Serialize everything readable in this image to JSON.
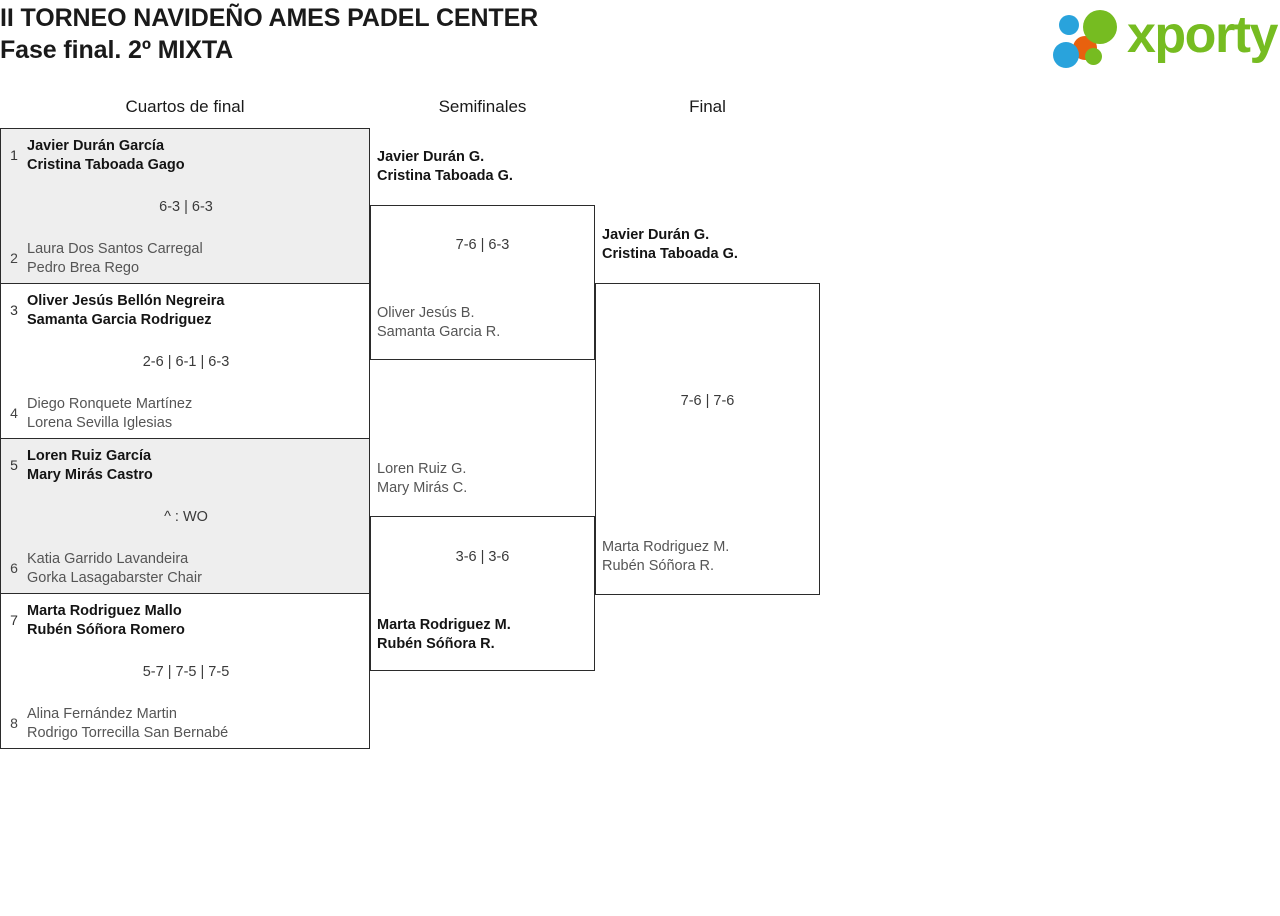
{
  "header": {
    "title_line1": "II TORNEO NAVIDEÑO AMES PADEL CENTER",
    "title_line2": "Fase final. 2º MIXTA",
    "logo_text": "xporty",
    "logo_colors": {
      "green": "#76bc21",
      "blue": "#29a3dc",
      "orange": "#e8610e"
    }
  },
  "rounds": [
    {
      "id": "quarterfinals",
      "label": "Cuartos de final"
    },
    {
      "id": "semifinals",
      "label": "Semifinales"
    },
    {
      "id": "final",
      "label": "Final"
    }
  ],
  "quarterfinals": [
    {
      "score": "6-3 | 6-3",
      "top": {
        "seed": "1",
        "player1": "Javier Durán García",
        "player2": "Cristina Taboada Gago",
        "winner": true
      },
      "bottom": {
        "seed": "2",
        "player1": "Laura Dos Santos Carregal",
        "player2": "Pedro Brea Rego",
        "winner": false
      }
    },
    {
      "score": "2-6 | 6-1 | 6-3",
      "top": {
        "seed": "3",
        "player1": "Oliver Jesús Bellón Negreira",
        "player2": "Samanta Garcia Rodriguez",
        "winner": true
      },
      "bottom": {
        "seed": "4",
        "player1": "Diego Ronquete Martínez",
        "player2": "Lorena Sevilla Iglesias",
        "winner": false
      }
    },
    {
      "score": "^ : WO",
      "top": {
        "seed": "5",
        "player1": "Loren Ruiz García",
        "player2": "Mary Mirás Castro",
        "winner": true
      },
      "bottom": {
        "seed": "6",
        "player1": "Katia Garrido Lavandeira",
        "player2": "Gorka Lasagabarster Chair",
        "winner": false
      }
    },
    {
      "score": "5-7 | 7-5 | 7-5",
      "top": {
        "seed": "7",
        "player1": "Marta Rodriguez Mallo",
        "player2": "Rubén Sóñora Romero",
        "winner": true
      },
      "bottom": {
        "seed": "8",
        "player1": "Alina Fernández Martin",
        "player2": "Rodrigo Torrecilla San Bernabé",
        "winner": false
      }
    }
  ],
  "semifinals": [
    {
      "score": "7-6 | 6-3",
      "top": {
        "player1": "Javier Durán G.",
        "player2": "Cristina Taboada G.",
        "winner": true
      },
      "bottom": {
        "player1": "Oliver Jesús B.",
        "player2": "Samanta Garcia R.",
        "winner": false
      }
    },
    {
      "score": "3-6 | 3-6",
      "top": {
        "player1": "Loren Ruiz G.",
        "player2": "Mary Mirás C.",
        "winner": false
      },
      "bottom": {
        "player1": "Marta Rodriguez M.",
        "player2": "Rubén Sóñora R.",
        "winner": true
      }
    }
  ],
  "final": {
    "score": "7-6 | 7-6",
    "top": {
      "player1": "Javier Durán G.",
      "player2": "Cristina Taboada G.",
      "winner": true
    },
    "bottom": {
      "player1": "Marta Rodriguez M.",
      "player2": "Rubén Sóñora R.",
      "winner": false
    }
  }
}
